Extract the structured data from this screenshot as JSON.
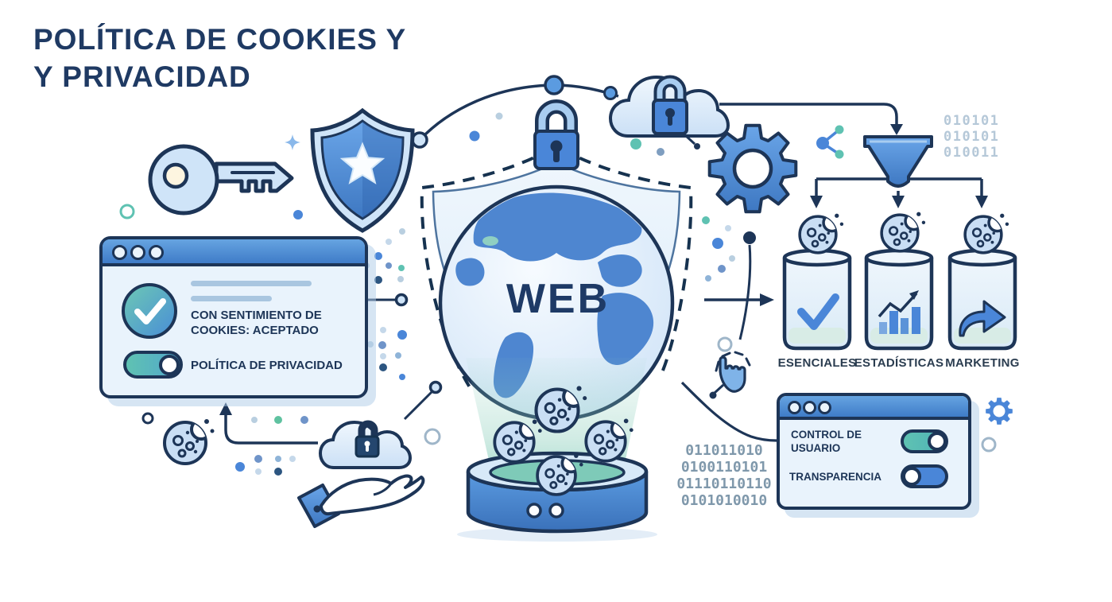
{
  "title": {
    "line1": "POLÍTICA DE COOKIES Y",
    "line2": "Y PRIVACIDAD"
  },
  "center": {
    "globe_label": "WEB"
  },
  "consent_window": {
    "consent_line1": "CON SENTIMIENTO DE",
    "consent_line2": "COOKIES: ACEPTADO",
    "privacy_label": "POLÍTICA DE PRIVACIDAD",
    "privacy_toggle_state": "on"
  },
  "cookie_categories": {
    "jars": [
      {
        "label": "ESENCIALES",
        "icon": "checkmark-icon"
      },
      {
        "label": "ESTADÍSTICAS",
        "icon": "bar-chart-icon"
      },
      {
        "label": "MARKETING",
        "icon": "share-arrow-icon"
      }
    ]
  },
  "control_window": {
    "row1_line1": "CONTROL DE",
    "row1_line2": "USUARIO",
    "row1_toggle_state": "on",
    "row2_label": "TRANSPARENCIA",
    "row2_toggle_state": "off"
  },
  "binary_top_right": {
    "lines": [
      "010101",
      "010101",
      "010011"
    ]
  },
  "binary_bottom": {
    "lines": [
      "011011010",
      "0100110101",
      "01110110110",
      "0101010010"
    ]
  },
  "colors": {
    "navy_outline": "#1d3557",
    "primary_blue": "#4a86d8",
    "light_blue": "#cfe4f8",
    "teal": "#5fc2b2",
    "window_bg": "#e9f3fc",
    "titlebar_blue": "#4e8fd6",
    "beam_teal": "#8fd0bd",
    "binary_gray": "#8aa2b5"
  }
}
